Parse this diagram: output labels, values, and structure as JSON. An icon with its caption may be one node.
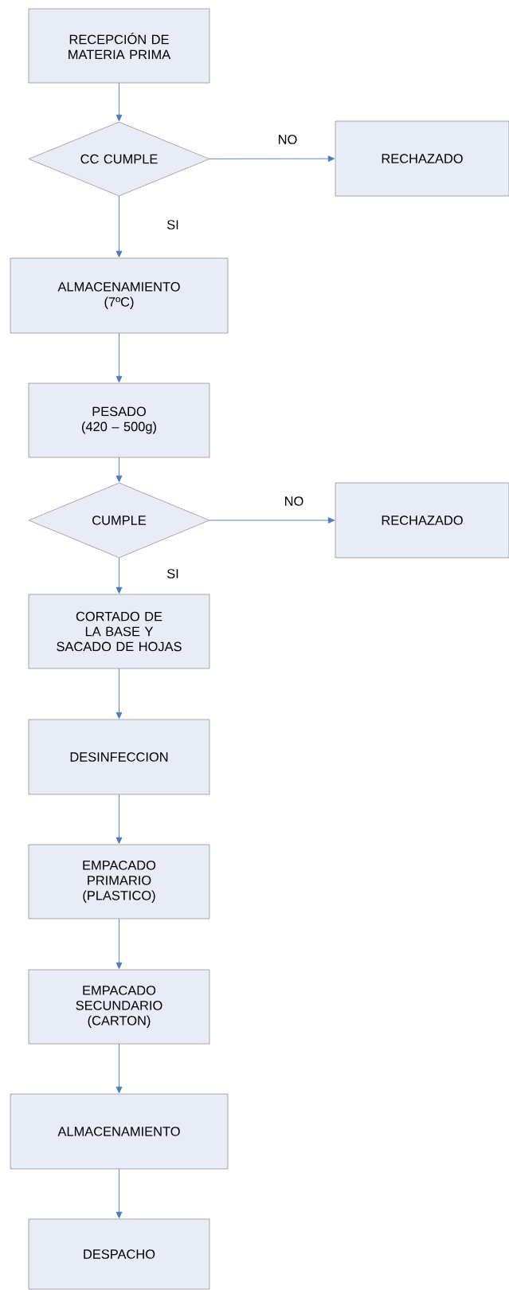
{
  "diagram": {
    "nodes": [
      {
        "text": [
          "RECEPCIÓN DE MATERIA PRIMA"
        ]
      },
      {
        "text": [
          "CC CUMPLE"
        ]
      },
      {
        "text": [
          "RECHAZADO"
        ]
      },
      {
        "text": [
          "ALMACENAMIENTO (7ºC)"
        ]
      },
      {
        "text": [
          "PESADO (420 – 500g)"
        ]
      },
      {
        "text": [
          "CUMPLE"
        ]
      },
      {
        "text": [
          "RECHAZADO"
        ]
      },
      {
        "text": [
          "CORTADO DE LA BASE Y SACADO DE HOJAS"
        ]
      },
      {
        "text": [
          "DESINFECCION"
        ]
      },
      {
        "text": [
          "EMPACADO PRIMARIO (PLASTICO)"
        ]
      },
      {
        "text": [
          "EMPACADO SECUNDARIO (CARTON)"
        ]
      },
      {
        "text": [
          "ALMACENAMIENTO"
        ]
      },
      {
        "text": [
          "DESPACHO"
        ]
      }
    ],
    "edges": [
      {
        "from": 0,
        "to": 1,
        "arrow": "to"
      },
      {
        "from": 1,
        "to": 2,
        "arrow": "to",
        "label": "NO"
      },
      {
        "from": 1,
        "to": 3,
        "arrow": "to",
        "label": "SI"
      },
      {
        "from": 3,
        "to": 4,
        "arrow": "to"
      },
      {
        "from": 4,
        "to": 5,
        "arrow": "to"
      },
      {
        "from": 5,
        "to": 6,
        "arrow": "to",
        "label": "NO"
      },
      {
        "from": 5,
        "to": 7,
        "arrow": "to",
        "label": "SI"
      },
      {
        "from": 7,
        "to": 8,
        "arrow": "to"
      },
      {
        "from": 8,
        "to": 9,
        "arrow": "to"
      },
      {
        "from": 9,
        "to": 10,
        "arrow": "to"
      },
      {
        "from": 10,
        "to": 11,
        "arrow": "to"
      },
      {
        "from": 11,
        "to": 12,
        "arrow": "to"
      }
    ]
  }
}
